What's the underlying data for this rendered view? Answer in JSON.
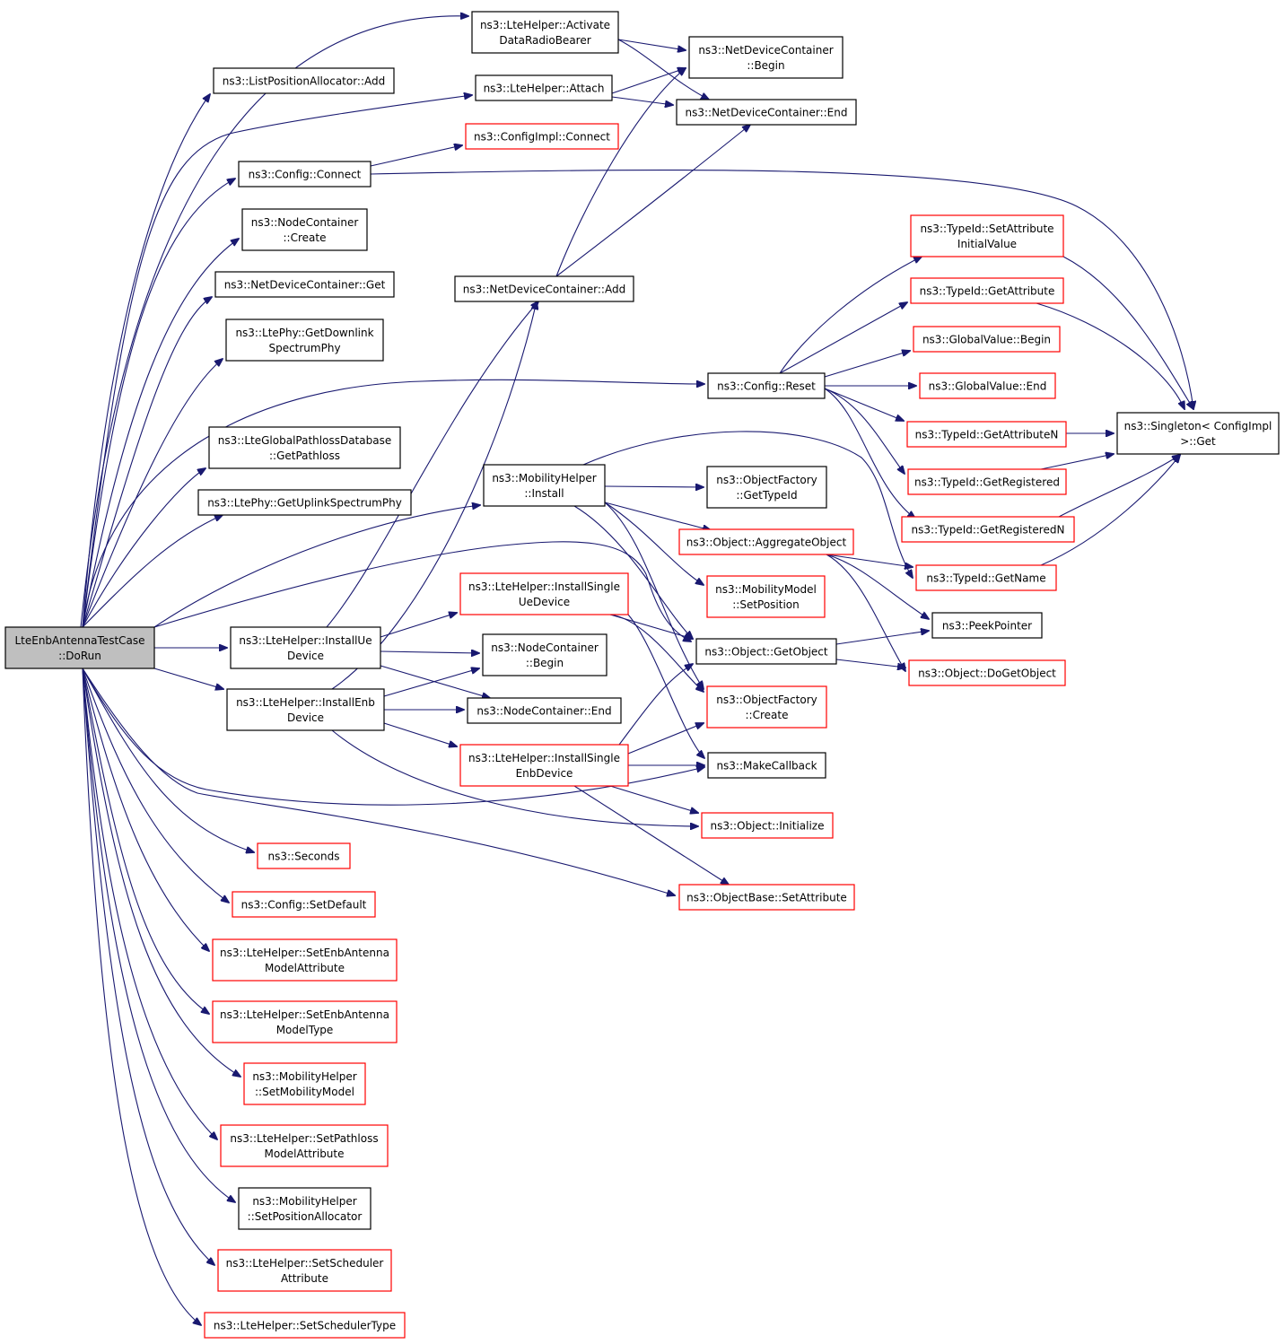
{
  "nodes": [
    {
      "id": "root",
      "lines": [
        "LteEnbAntennaTestCase",
        "::DoRun"
      ],
      "border": "root"
    },
    {
      "id": "activate",
      "lines": [
        "ns3::LteHelper::Activate",
        "DataRadioBearer"
      ],
      "border": "black"
    },
    {
      "id": "listadd",
      "lines": [
        "ns3::ListPositionAllocator::Add"
      ],
      "border": "black"
    },
    {
      "id": "attach",
      "lines": [
        "ns3::LteHelper::Attach"
      ],
      "border": "black"
    },
    {
      "id": "cfgconnect",
      "lines": [
        "ns3::Config::Connect"
      ],
      "border": "black"
    },
    {
      "id": "cfgimplconnect",
      "lines": [
        "ns3::ConfigImpl::Connect"
      ],
      "border": "red"
    },
    {
      "id": "ndcbegin",
      "lines": [
        "ns3::NetDeviceContainer",
        "::Begin"
      ],
      "border": "black"
    },
    {
      "id": "ndcend",
      "lines": [
        "ns3::NetDeviceContainer::End"
      ],
      "border": "black"
    },
    {
      "id": "nccreate",
      "lines": [
        "ns3::NodeContainer",
        "::Create"
      ],
      "border": "black"
    },
    {
      "id": "ndcget",
      "lines": [
        "ns3::NetDeviceContainer::Get"
      ],
      "border": "black"
    },
    {
      "id": "ndcadd",
      "lines": [
        "ns3::NetDeviceContainer::Add"
      ],
      "border": "black"
    },
    {
      "id": "getdl",
      "lines": [
        "ns3::LtePhy::GetDownlink",
        "SpectrumPhy"
      ],
      "border": "black"
    },
    {
      "id": "cfgreset",
      "lines": [
        "ns3::Config::Reset"
      ],
      "border": "black"
    },
    {
      "id": "tidsetattr",
      "lines": [
        "ns3::TypeId::SetAttribute",
        "InitialValue"
      ],
      "border": "red"
    },
    {
      "id": "tidgetattr",
      "lines": [
        "ns3::TypeId::GetAttribute"
      ],
      "border": "red"
    },
    {
      "id": "gvbegin",
      "lines": [
        "ns3::GlobalValue::Begin"
      ],
      "border": "red"
    },
    {
      "id": "gvend",
      "lines": [
        "ns3::GlobalValue::End"
      ],
      "border": "red"
    },
    {
      "id": "tidgetattrn",
      "lines": [
        "ns3::TypeId::GetAttributeN"
      ],
      "border": "red"
    },
    {
      "id": "singleton",
      "lines": [
        "ns3::Singleton< ConfigImpl",
        ">::Get"
      ],
      "border": "black"
    },
    {
      "id": "pathloss",
      "lines": [
        "ns3::LteGlobalPathlossDatabase",
        "::GetPathloss"
      ],
      "border": "black"
    },
    {
      "id": "getul",
      "lines": [
        "ns3::LtePhy::GetUplinkSpectrumPhy"
      ],
      "border": "black"
    },
    {
      "id": "mobinstall",
      "lines": [
        "ns3::MobilityHelper",
        "::Install"
      ],
      "border": "black"
    },
    {
      "id": "ofgettypeid",
      "lines": [
        "ns3::ObjectFactory",
        "::GetTypeId"
      ],
      "border": "black"
    },
    {
      "id": "tidgetreg",
      "lines": [
        "ns3::TypeId::GetRegistered"
      ],
      "border": "red"
    },
    {
      "id": "tidgetregn",
      "lines": [
        "ns3::TypeId::GetRegisteredN"
      ],
      "border": "red"
    },
    {
      "id": "aggobj",
      "lines": [
        "ns3::Object::AggregateObject"
      ],
      "border": "red"
    },
    {
      "id": "tidgetname",
      "lines": [
        "ns3::TypeId::GetName"
      ],
      "border": "red"
    },
    {
      "id": "mobmodelsetpos",
      "lines": [
        "ns3::MobilityModel",
        "::SetPosition"
      ],
      "border": "red"
    },
    {
      "id": "installsingleue",
      "lines": [
        "ns3::LteHelper::InstallSingle",
        "UeDevice"
      ],
      "border": "red"
    },
    {
      "id": "peekptr",
      "lines": [
        "ns3::PeekPointer"
      ],
      "border": "black"
    },
    {
      "id": "installue",
      "lines": [
        "ns3::LteHelper::InstallUe",
        "Device"
      ],
      "border": "black"
    },
    {
      "id": "ncbegin",
      "lines": [
        "ns3::NodeContainer",
        "::Begin"
      ],
      "border": "black"
    },
    {
      "id": "getobject",
      "lines": [
        "ns3::Object::GetObject"
      ],
      "border": "black"
    },
    {
      "id": "dogetobject",
      "lines": [
        "ns3::Object::DoGetObject"
      ],
      "border": "red"
    },
    {
      "id": "installenb",
      "lines": [
        "ns3::LteHelper::InstallEnb",
        "Device"
      ],
      "border": "black"
    },
    {
      "id": "ncend",
      "lines": [
        "ns3::NodeContainer::End"
      ],
      "border": "black"
    },
    {
      "id": "ofcreate",
      "lines": [
        "ns3::ObjectFactory",
        "::Create"
      ],
      "border": "red"
    },
    {
      "id": "installsingleenb",
      "lines": [
        "ns3::LteHelper::InstallSingle",
        "EnbDevice"
      ],
      "border": "red"
    },
    {
      "id": "makecallback",
      "lines": [
        "ns3::MakeCallback"
      ],
      "border": "black"
    },
    {
      "id": "objinit",
      "lines": [
        "ns3::Object::Initialize"
      ],
      "border": "red"
    },
    {
      "id": "seconds",
      "lines": [
        "ns3::Seconds"
      ],
      "border": "red"
    },
    {
      "id": "obsetattr",
      "lines": [
        "ns3::ObjectBase::SetAttribute"
      ],
      "border": "red"
    },
    {
      "id": "cfgsetdefault",
      "lines": [
        "ns3::Config::SetDefault"
      ],
      "border": "red"
    },
    {
      "id": "setenbantattr",
      "lines": [
        "ns3::LteHelper::SetEnbAntenna",
        "ModelAttribute"
      ],
      "border": "red"
    },
    {
      "id": "setenbanttype",
      "lines": [
        "ns3::LteHelper::SetEnbAntenna",
        "ModelType"
      ],
      "border": "red"
    },
    {
      "id": "setmobmodel",
      "lines": [
        "ns3::MobilityHelper",
        "::SetMobilityModel"
      ],
      "border": "red"
    },
    {
      "id": "setpathlossattr",
      "lines": [
        "ns3::LteHelper::SetPathloss",
        "ModelAttribute"
      ],
      "border": "red"
    },
    {
      "id": "setposalloc",
      "lines": [
        "ns3::MobilityHelper",
        "::SetPositionAllocator"
      ],
      "border": "black"
    },
    {
      "id": "setschedattr",
      "lines": [
        "ns3::LteHelper::SetScheduler",
        "Attribute"
      ],
      "border": "red"
    },
    {
      "id": "setschedtype",
      "lines": [
        "ns3::LteHelper::SetSchedulerType"
      ],
      "border": "red"
    }
  ]
}
